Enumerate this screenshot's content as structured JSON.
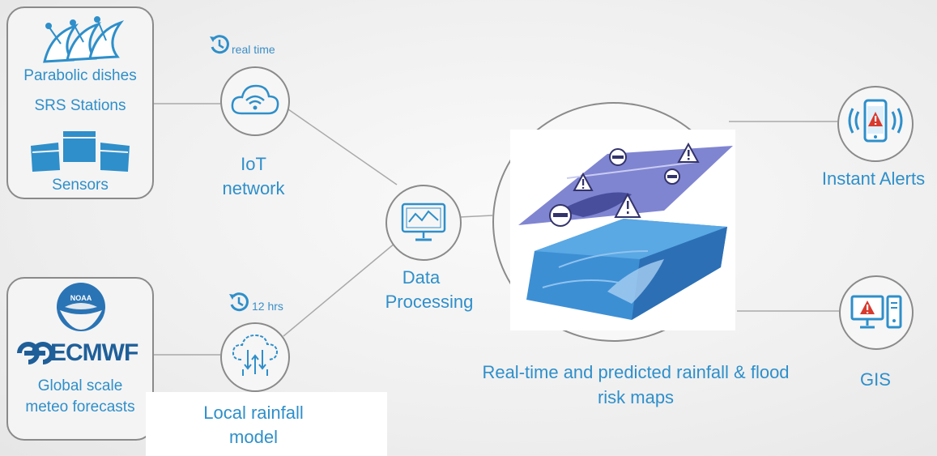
{
  "sources": {
    "dishes_label": "Parabolic dishes",
    "stations_label": "SRS Stations",
    "sensors_label": "Sensors",
    "noaa_text": "NOAA",
    "ecmwf_text": "ECMWF",
    "forecast_label_1": "Global scale",
    "forecast_label_2": "meteo forecasts"
  },
  "iot": {
    "timing": "real time",
    "label_1": "IoT",
    "label_2": "network"
  },
  "rainfall_model": {
    "timing": "12 hrs",
    "label_1": "Local rainfall",
    "label_2": "model"
  },
  "processing": {
    "label_1": "Data",
    "label_2": "Processing"
  },
  "maps": {
    "label_1": "Real-time and predicted rainfall & flood",
    "label_2": "risk maps"
  },
  "outputs": {
    "alerts_label": "Instant Alerts",
    "gis_label": "GIS"
  },
  "colors": {
    "accent": "#2e8fca",
    "border": "#8a8a8a",
    "alert_red": "#d83a2e"
  }
}
